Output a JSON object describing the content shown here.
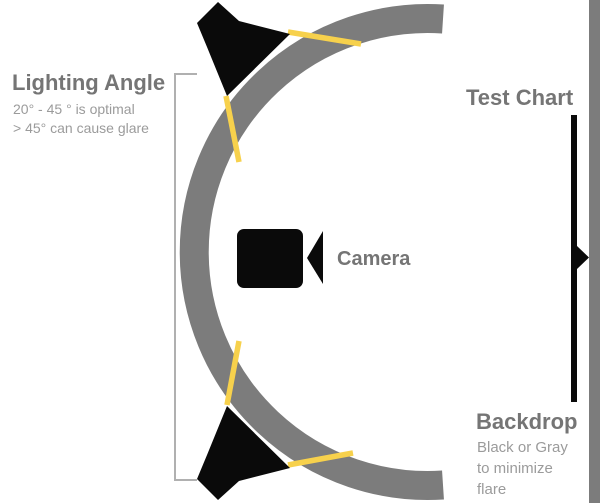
{
  "diagram": {
    "lighting_angle": {
      "title": "Lighting Angle",
      "subtitle_lines": [
        "20° - 45 ° is optimal",
        "> 45° can cause glare"
      ]
    },
    "camera": {
      "label": "Camera"
    },
    "test_chart": {
      "label": "Test Chart"
    },
    "backdrop": {
      "title": "Backdrop",
      "subtitle_lines": [
        "Black or Gray",
        "to minimize",
        "flare"
      ]
    },
    "icons": {
      "top_light": "spotlight-icon",
      "bottom_light": "spotlight-icon",
      "camera": "video-camera-icon",
      "chart_marker": "arrow-right-icon"
    },
    "colors": {
      "arc_gray": "#7c7c7c",
      "backdrop_gray": "#7c7c7c",
      "ray_yellow": "#f7d14c",
      "icon_black": "#0a0a0a",
      "heading_gray": "#757575",
      "body_gray": "#9b9b9b",
      "bracket_gray": "#b0b0b0"
    }
  }
}
